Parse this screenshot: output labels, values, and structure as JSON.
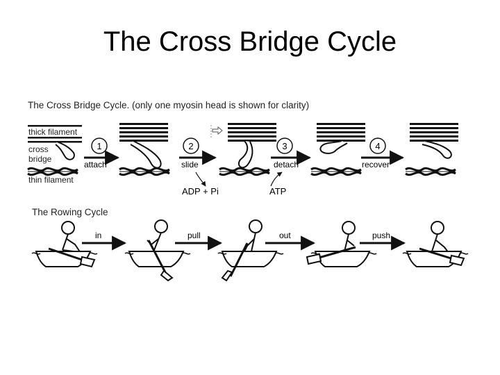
{
  "slide": {
    "title": "The Cross Bridge Cycle"
  },
  "figure": {
    "heading": "The Cross Bridge Cycle. (only one myosin head is shown for clarity)",
    "labels": {
      "thick_filament": "thick filament",
      "cross": "cross",
      "bridge": "bridge",
      "thin_filament": "thin filament"
    },
    "steps": [
      {
        "number": "1",
        "label": "attach"
      },
      {
        "number": "2",
        "label": "slide"
      },
      {
        "number": "3",
        "label": "detach"
      },
      {
        "number": "4",
        "label": "recover"
      }
    ],
    "molecules": {
      "adp": "ADP + Pi",
      "atp": "ATP"
    },
    "rowing": {
      "heading": "The Rowing Cycle",
      "steps": [
        "in",
        "pull",
        "out",
        "push"
      ]
    }
  }
}
